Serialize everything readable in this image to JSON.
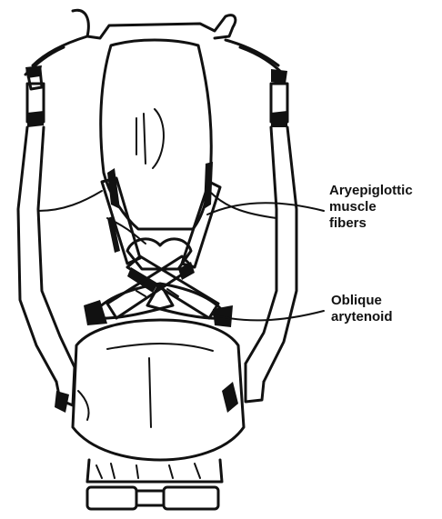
{
  "labels": {
    "aryepiglottic": {
      "line1": "Aryepiglottic",
      "line2": "muscle",
      "line3": "fibers"
    },
    "oblique": {
      "line1": "Oblique",
      "line2": "arytenoid"
    }
  },
  "colors": {
    "ink": "#111111",
    "paper": "#ffffff"
  }
}
